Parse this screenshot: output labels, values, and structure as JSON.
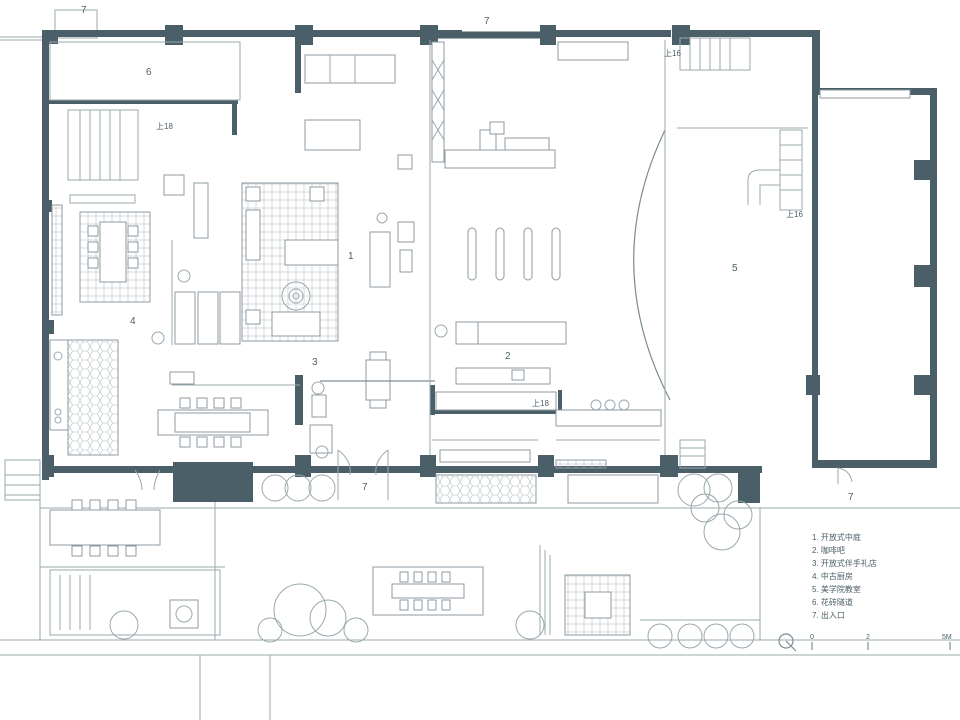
{
  "room_labels": [
    "1",
    "2",
    "3",
    "4",
    "5",
    "6",
    "7",
    "7",
    "7",
    "7"
  ],
  "level_notes": [
    "上18",
    "上16",
    "上16",
    "上18"
  ],
  "legend": [
    "1. 开放式中庭",
    "2. 咖啡吧",
    "3. 开放式伴手礼店",
    "4. 中古厨房",
    "5. 美学院教室",
    "6. 花砖隧道",
    "7. 出入口"
  ],
  "scale": {
    "ticks": [
      "0",
      "2",
      "5M"
    ]
  },
  "colors": {
    "wall": "#4a5f68",
    "line": "#9aa8ae"
  }
}
